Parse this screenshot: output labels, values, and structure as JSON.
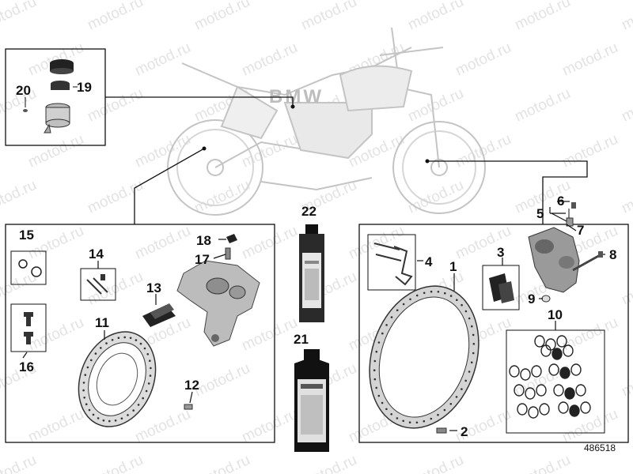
{
  "watermark": "motod.ru",
  "diagram_code": "486518",
  "parts": {
    "p1": "1",
    "p2": "2",
    "p3": "3",
    "p4": "4",
    "p5": "5",
    "p6": "6",
    "p7": "7",
    "p8": "8",
    "p9": "9",
    "p10": "10",
    "p11": "11",
    "p12": "12",
    "p13": "13",
    "p14": "14",
    "p15": "15",
    "p16": "16",
    "p17": "17",
    "p18": "18",
    "p19": "19",
    "p20": "20",
    "p21": "21",
    "p22": "22"
  }
}
